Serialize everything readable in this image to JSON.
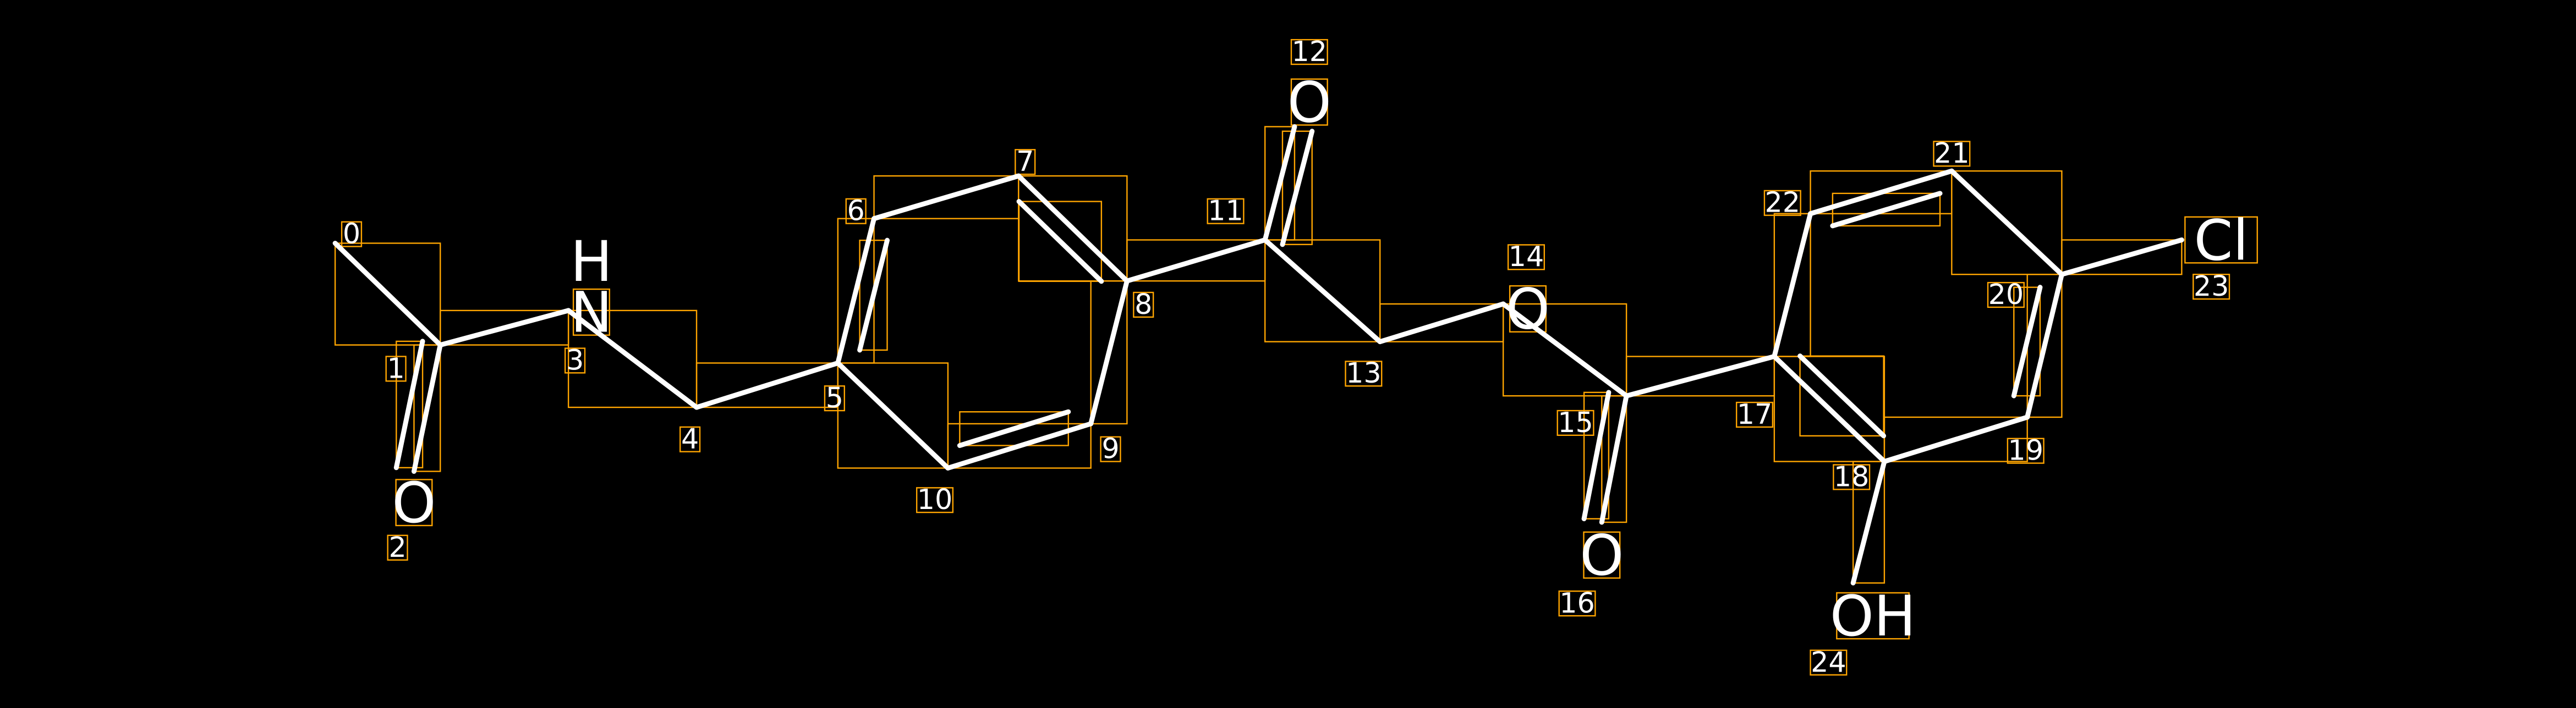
{
  "colors": {
    "background": "#000000",
    "bond": "#FFFFFF",
    "box": "#FFA500",
    "text": "#FFFFFF"
  },
  "atoms": [
    {
      "index": "0",
      "label": ""
    },
    {
      "index": "1",
      "label": ""
    },
    {
      "index": "2",
      "label": "O"
    },
    {
      "index": "3",
      "label": "N",
      "h_label": "H"
    },
    {
      "index": "4",
      "label": ""
    },
    {
      "index": "5",
      "label": ""
    },
    {
      "index": "6",
      "label": ""
    },
    {
      "index": "7",
      "label": ""
    },
    {
      "index": "8",
      "label": ""
    },
    {
      "index": "9",
      "label": ""
    },
    {
      "index": "10",
      "label": ""
    },
    {
      "index": "11",
      "label": ""
    },
    {
      "index": "12",
      "label": "O"
    },
    {
      "index": "13",
      "label": ""
    },
    {
      "index": "14",
      "label": "O"
    },
    {
      "index": "15",
      "label": ""
    },
    {
      "index": "16",
      "label": "O"
    },
    {
      "index": "17",
      "label": ""
    },
    {
      "index": "18",
      "label": ""
    },
    {
      "index": "19",
      "label": ""
    },
    {
      "index": "20",
      "label": ""
    },
    {
      "index": "21",
      "label": ""
    },
    {
      "index": "22",
      "label": ""
    },
    {
      "index": "23",
      "label": "Cl"
    },
    {
      "index": "24",
      "label": "OH"
    }
  ],
  "bonds": [
    [
      0,
      1,
      1
    ],
    [
      1,
      2,
      2
    ],
    [
      1,
      3,
      1
    ],
    [
      3,
      4,
      1
    ],
    [
      4,
      5,
      1
    ],
    [
      5,
      6,
      2
    ],
    [
      6,
      7,
      1
    ],
    [
      7,
      8,
      2
    ],
    [
      8,
      9,
      1
    ],
    [
      9,
      10,
      2
    ],
    [
      10,
      5,
      1
    ],
    [
      8,
      11,
      1
    ],
    [
      11,
      12,
      2
    ],
    [
      11,
      13,
      1
    ],
    [
      13,
      14,
      1
    ],
    [
      14,
      15,
      1
    ],
    [
      15,
      16,
      2
    ],
    [
      15,
      17,
      1
    ],
    [
      17,
      18,
      2
    ],
    [
      18,
      19,
      1
    ],
    [
      19,
      20,
      2
    ],
    [
      20,
      21,
      1
    ],
    [
      21,
      22,
      2
    ],
    [
      22,
      17,
      1
    ],
    [
      20,
      23,
      1
    ],
    [
      18,
      24,
      1
    ]
  ]
}
